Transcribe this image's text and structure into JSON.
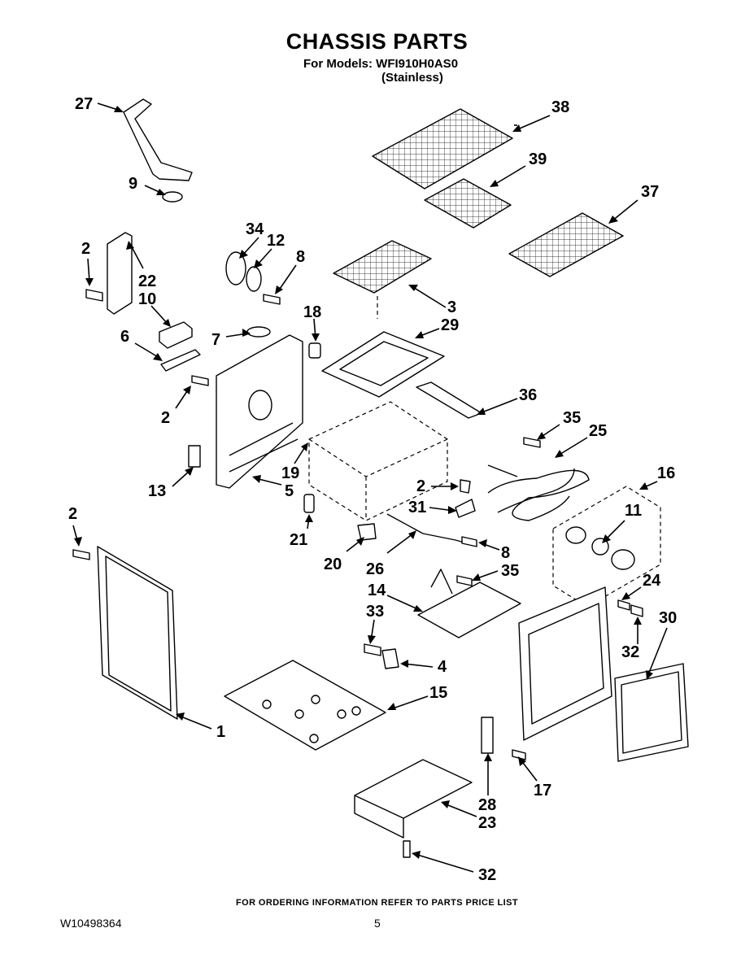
{
  "header": {
    "title": "CHASSIS PARTS",
    "models_label": "For Models: WFI910H0AS0",
    "variant_label": "(Stainless)"
  },
  "footer": {
    "ordering_note": "FOR ORDERING INFORMATION REFER TO PARTS PRICE LIST",
    "document_number": "W10498364",
    "page_number": "5"
  },
  "callouts": [
    "1",
    "2",
    "3",
    "4",
    "5",
    "6",
    "7",
    "8",
    "9",
    "10",
    "11",
    "12",
    "13",
    "14",
    "15",
    "16",
    "17",
    "18",
    "19",
    "20",
    "21",
    "22",
    "23",
    "24",
    "25",
    "26",
    "27",
    "28",
    "29",
    "30",
    "31",
    "32",
    "33",
    "34",
    "35",
    "36",
    "37",
    "38",
    "39"
  ]
}
